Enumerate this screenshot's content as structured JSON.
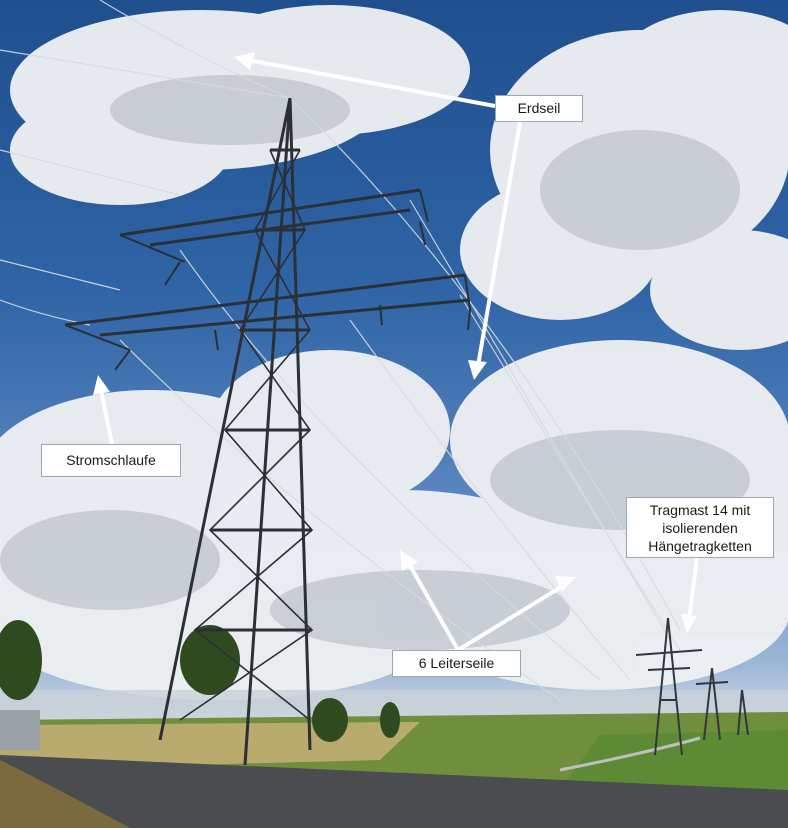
{
  "photo": {
    "subject": "power-line-pylon",
    "colors": {
      "sky": "#2f64a6",
      "cloud": "#eef0f2",
      "steel": "#2b2f36",
      "field": "#6f8f3c",
      "road": "#4a4c50"
    }
  },
  "annotations": {
    "erdseil": "Erdseil",
    "stromschlaufe": "Stromschlaufe",
    "leiterseile": "6 Leiterseile",
    "tragmast": [
      "Tragmast 14 mit",
      "isolierenden",
      "Hängetragketten"
    ]
  }
}
